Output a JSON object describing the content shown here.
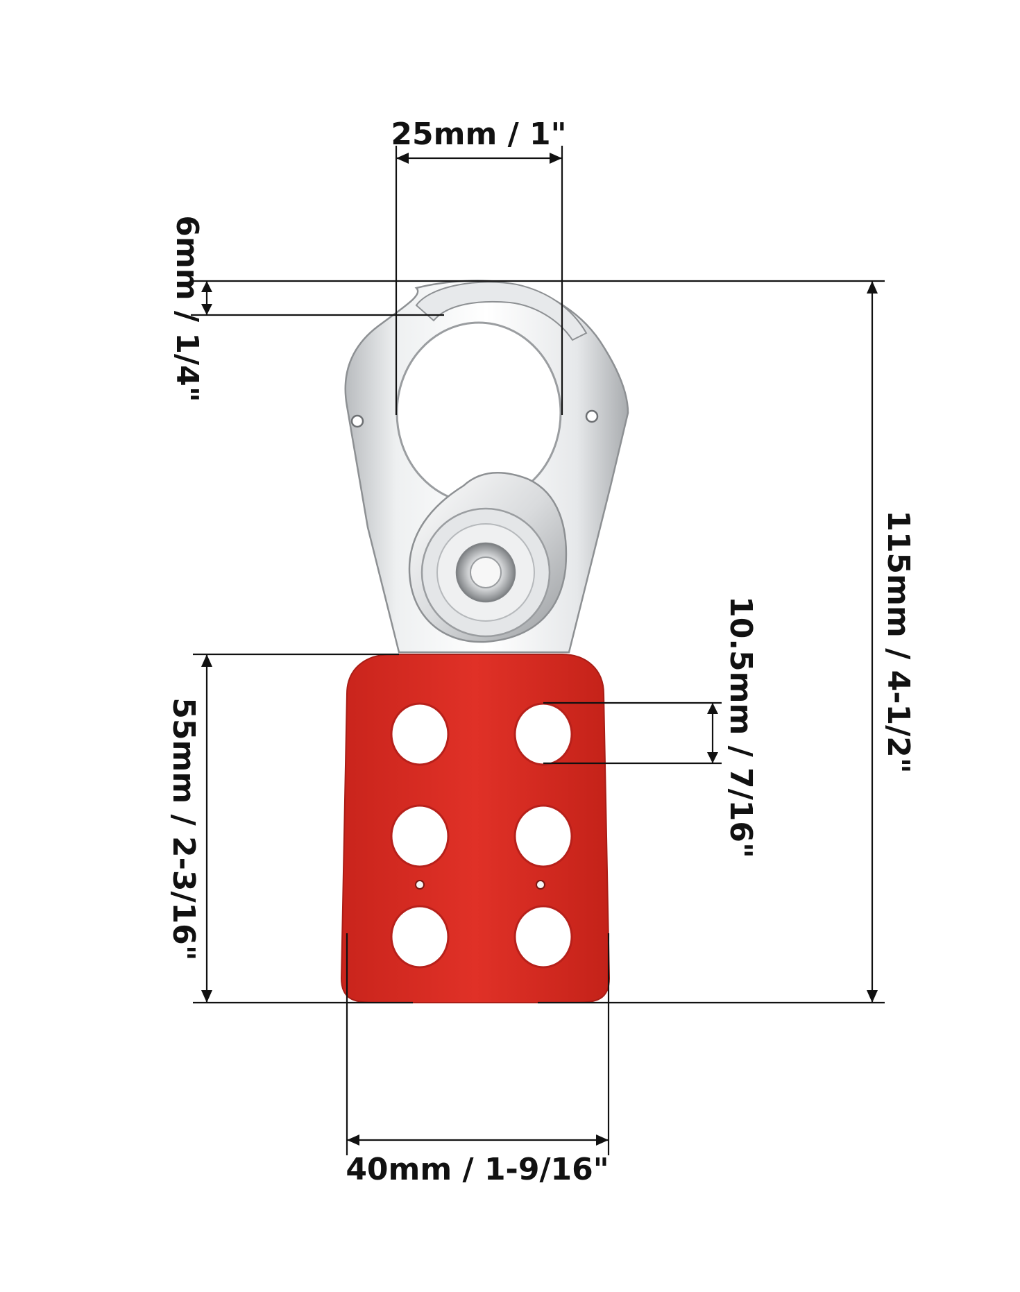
{
  "dimensions": {
    "shackle_width": "25mm / 1\"",
    "shackle_thickness": "6mm / 1/4\"",
    "overall_height": "115mm / 4-1/2\"",
    "hole_diameter": "10.5mm / 7/16\"",
    "handle_height": "55mm / 2-3/16\"",
    "handle_width": "40mm / 1-9/16\""
  },
  "colors": {
    "handle": "#d42b22",
    "handle_shade": "#b7201a",
    "steel_light": "#f2f2f2",
    "steel_mid": "#c9cbcd",
    "steel_dark": "#8d9093",
    "line": "#111111",
    "background": "#ffffff"
  },
  "product": {
    "handle_hole_rows": 3,
    "handle_hole_columns": 2
  }
}
